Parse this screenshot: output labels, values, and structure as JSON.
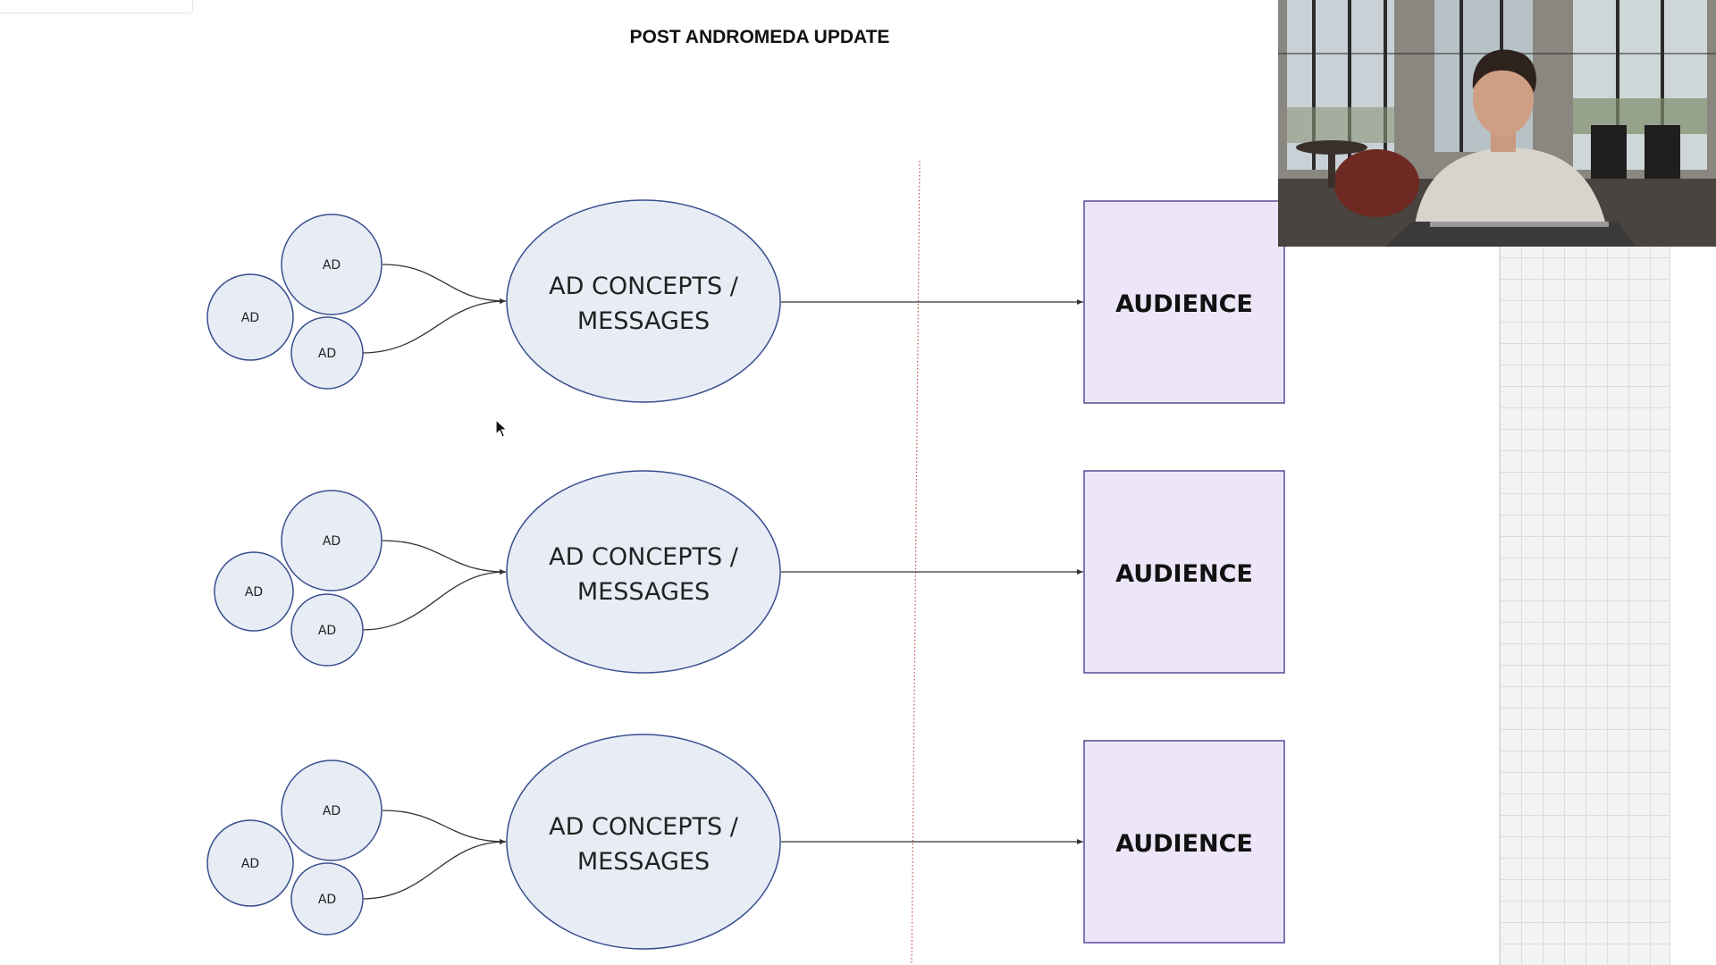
{
  "title": "POST ANDROMEDA UPDATE",
  "rows": [
    {
      "ads": [
        "AD",
        "AD",
        "AD"
      ],
      "concept": {
        "line1": "AD CONCEPTS /",
        "line2": "MESSAGES"
      },
      "audience": "AUDIENCE"
    },
    {
      "ads": [
        "AD",
        "AD",
        "AD"
      ],
      "concept": {
        "line1": "AD CONCEPTS /",
        "line2": "MESSAGES"
      },
      "audience": "AUDIENCE"
    },
    {
      "ads": [
        "AD",
        "AD",
        "AD"
      ],
      "concept": {
        "line1": "AD CONCEPTS /",
        "line2": "MESSAGES"
      },
      "audience": "AUDIENCE"
    }
  ],
  "colors": {
    "node_fill": "#e8ecf5",
    "node_stroke": "#3a4f8f",
    "audience_fill": "#ece6f8",
    "audience_stroke": "#5b4a96",
    "divider": "#c0504d",
    "connector": "#333333"
  },
  "icons": {
    "cursor": "mouse-pointer-icon"
  }
}
